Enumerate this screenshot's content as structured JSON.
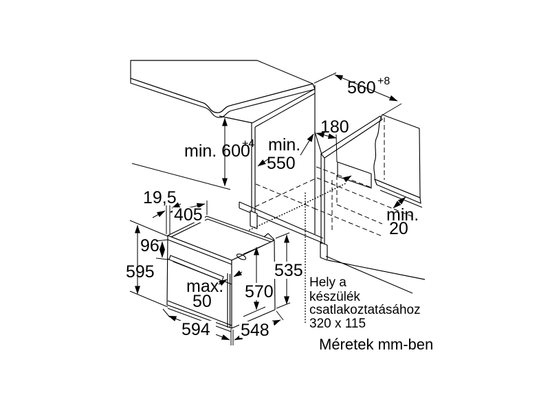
{
  "diagram": {
    "upper": {
      "niche_height": "min. 600",
      "niche_height_tolerance": "+4",
      "niche_depth_word": "min.",
      "niche_depth_value": "550",
      "niche_width": "560",
      "niche_width_tolerance": "+8",
      "rear_shelf_depth": "180",
      "rear_clearance_word": "min.",
      "rear_clearance_value": "20"
    },
    "oven": {
      "front_overhang": "19,5",
      "top_depth": "405",
      "control_panel_height": "96",
      "total_height": "595",
      "door_protrusion_word": "max.",
      "door_protrusion_value": "50",
      "body_height": "570",
      "rear_height": "535",
      "width": "594",
      "depth": "548"
    },
    "notes": {
      "connection_line1": "Hely a",
      "connection_line2": "készülék",
      "connection_line3": "csatlakoztatásához",
      "connection_line4": "320 x 115",
      "units_note": "Méretek mm-ben"
    },
    "colors": {
      "surface": "#ebebeb",
      "edge": "#e2e2e2",
      "line": "#000000",
      "background": "#ffffff"
    }
  }
}
